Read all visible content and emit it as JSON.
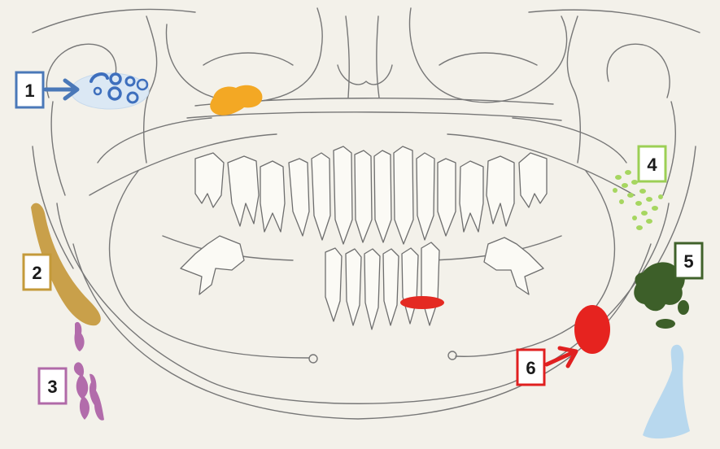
{
  "colors": {
    "background": "#f3f1ea",
    "line": "#777777",
    "marker_1": "#4a78b8",
    "marker_2": "#c49a3a",
    "marker_3": "#b06aa8",
    "marker_4": "#9ccf55",
    "marker_5": "#40622b",
    "marker_6": "#e02020",
    "orange_blob": "#f3a824",
    "red_oval_small": "#e42a22",
    "blue_shadow": "#b8d8ee"
  },
  "markers": [
    {
      "id": "marker-1",
      "label": "1",
      "color": "#4a78b8",
      "feature": "blue-small-rings-cluster",
      "arrow": true
    },
    {
      "id": "marker-2",
      "label": "2",
      "color": "#c49a3a",
      "feature": "tan-elongated-streak",
      "arrow": false
    },
    {
      "id": "marker-3",
      "label": "3",
      "color": "#b06aa8",
      "feature": "purple-wavy-streaks",
      "arrow": false
    },
    {
      "id": "marker-4",
      "label": "4",
      "color": "#9ccf55",
      "feature": "green-dot-cluster",
      "arrow": false
    },
    {
      "id": "marker-5",
      "label": "5",
      "color": "#40622b",
      "feature": "dark-green-blotches",
      "arrow": false
    },
    {
      "id": "marker-6",
      "label": "6",
      "color": "#e02020",
      "feature": "red-oval",
      "arrow": true
    }
  ]
}
